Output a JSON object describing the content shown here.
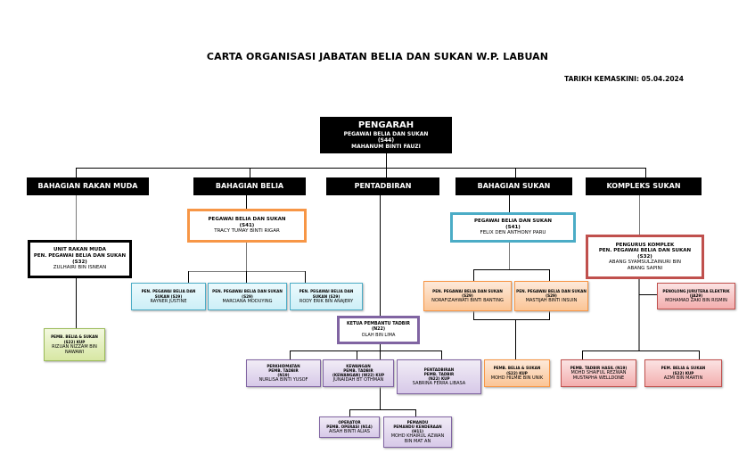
{
  "title": "CARTA ORGANISASI JABATAN BELIA DAN SUKAN W.P. LABUAN",
  "updated": "TARIKH KEMASKINI:  05.04.2024",
  "director": {
    "title": "PENGARAH",
    "position": "PEGAWAI BELIA DAN SUKAN",
    "grade": "(S44)",
    "name": "MAHANUM BINTI FAUZI"
  },
  "divisions": [
    "BAHAGIAN RAKAN MUDA",
    "BAHAGIAN BELIA",
    "PENTADBIRAN",
    "BAHAGIAN SUKAN",
    "KOMPLEKS SUKAN"
  ],
  "rakan_muda": {
    "head": {
      "unit": "UNIT RAKAN MUDA",
      "position": "PEN. PEGAWAI BELIA DAN SUKAN (S32)",
      "name": "ZULHAIRI BIN ISNEAN"
    },
    "staff": {
      "position": "PEMB. BELIA & SUKAN",
      "grade": "(S22) KUP",
      "name": "RIZUAN NIZZAM BIN NAWAWI"
    }
  },
  "belia": {
    "head": {
      "position": "PEGAWAI BELIA DAN SUKAN",
      "grade": "(S41)",
      "name": "TRACY TUMAY BINTI RIGAR"
    },
    "staff": [
      {
        "position": "PEN. PEGAWAI BELIA DAN SUKAN (S29)",
        "name": "RAYNER JUSTINE"
      },
      {
        "position": "PEN. PEGAWAI BELIA DAN SUKAN (S29)",
        "name": "MARCIANA MODUYING"
      },
      {
        "position": "PEN. PEGAWAI BELIA DAN SUKAN (S29)",
        "name": "RODY ERIK BIN ANAJERY"
      }
    ]
  },
  "pentadbiran": {
    "head": {
      "position": "KETUA PEMBANTU TADBIR",
      "grade": "(N22)",
      "name": "OLAH BIN LIMA"
    },
    "staff": [
      {
        "unit": "PERKHIDMATAN",
        "position": "PEMB. TADBIR",
        "grade": "(N19)",
        "name": "NURLISA BINTI YUSOF"
      },
      {
        "unit": "KEWANGAN",
        "position": "PEMB. TADBIR",
        "grade": "(KEWANGAN) (W22) KUP",
        "name": "JUNAIDAH BT OTHMAN"
      },
      {
        "unit": "PENTADBIRAN",
        "position": "PEMB. TADBIR",
        "grade": "(N22) KUP",
        "name": "SABRINA FERRA LIBASA"
      }
    ],
    "support": [
      {
        "unit": "OPERATOR",
        "position": "PEMB. OPERASI (N14)",
        "name": "AISAH BINTI ALIAS"
      },
      {
        "unit": "PEMANDU",
        "position": "PEMANDU KENDERAAN",
        "grade": "(H11)",
        "name": "MOHD KHAIRUL AZWAN BIN MAT AN"
      }
    ]
  },
  "sukan": {
    "head": {
      "position": "PEGAWAI BELIA DAN SUKAN",
      "grade": "(S41)",
      "name": "FELIX DEN ANTHONY  PARU"
    },
    "staff": [
      {
        "position": "PEN. PEGAWAI BELIA DAN SUKAN",
        "grade": "(S29)",
        "name": "NORAFIZAHWATI BINTI BANTING"
      },
      {
        "position": "PEN. PEGAWAI BELIA DAN SUKAN",
        "grade": "(S29)",
        "name": "MASTIJAH BINTI INSUIN"
      }
    ],
    "assistant": {
      "position": "PEMB. BELIA & SUKAN",
      "grade": "(S22) KUP",
      "name": "MOHD HILMIE BIN UNIK"
    }
  },
  "kompleks": {
    "head": {
      "title": "PENGURUS KOMPLEK",
      "position": "PEN. PEGAWAI BELIA DAN SUKAN",
      "grade": "(S32)",
      "name1": "ABANG SYAMSULZAINURI BIN",
      "name2": "ABANG SAPINI"
    },
    "side": {
      "position": "PENOLONG JURUTERA ELEKTRIK",
      "grade": "(JA29)",
      "name": "MOHAMAD ZAKI BIN RISMIN"
    },
    "staff": [
      {
        "position": "PEMB. TADBIR HASIL (N19)",
        "name1": "MOHD SHAIFUL REZWAN",
        "name2": "MUSTAPHA WELLDONE"
      },
      {
        "position": "PEM. BELIA & SUKAN",
        "grade": "(S22) KUP",
        "name": "AZMI BIN MARTIN"
      }
    ]
  },
  "colors": {
    "belia_border": "#f79646",
    "sukan_border": "#4bacc6",
    "kompleks_border": "#c0504d",
    "pentadbiran_border": "#8064a2",
    "header_bg": "#000000"
  }
}
